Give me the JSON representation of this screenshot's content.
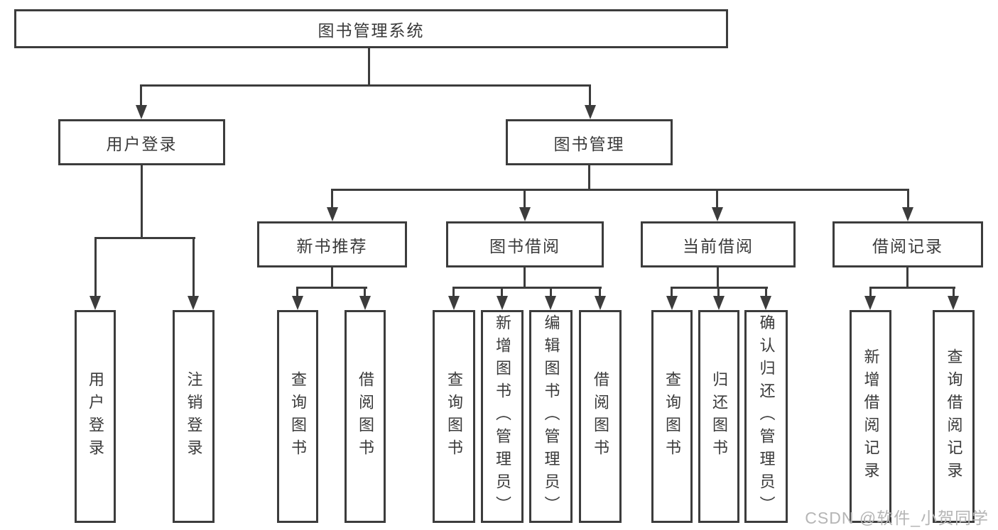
{
  "diagram": {
    "type": "tree",
    "root": {
      "label": "图书管理系统"
    },
    "level2": [
      {
        "id": "user-login",
        "label": "用户登录",
        "leaves": [
          "用户登录",
          "注销登录"
        ]
      },
      {
        "id": "book-management",
        "label": "图书管理",
        "modules": [
          {
            "id": "new-book-recommend",
            "label": "新书推荐",
            "leaves": [
              "查询图书",
              "借阅图书"
            ]
          },
          {
            "id": "book-borrow",
            "label": "图书借阅",
            "leaves": [
              "查询图书",
              "新增图书（管理员）",
              "编辑图书（管理员）",
              "借阅图书"
            ]
          },
          {
            "id": "current-borrow",
            "label": "当前借阅",
            "leaves": [
              "查询图书",
              "归还图书",
              "确认归还（管理员）"
            ]
          },
          {
            "id": "borrow-records",
            "label": "借阅记录",
            "leaves": [
              "新增借阅记录",
              "查询借阅记录"
            ]
          }
        ]
      }
    ]
  },
  "watermark": {
    "text": "CSDN @软件_小贺同学",
    "color": "#b5b5b5"
  },
  "colors": {
    "line": "#3c3c3c",
    "text": "#3a3a3a",
    "background": "#ffffff"
  }
}
